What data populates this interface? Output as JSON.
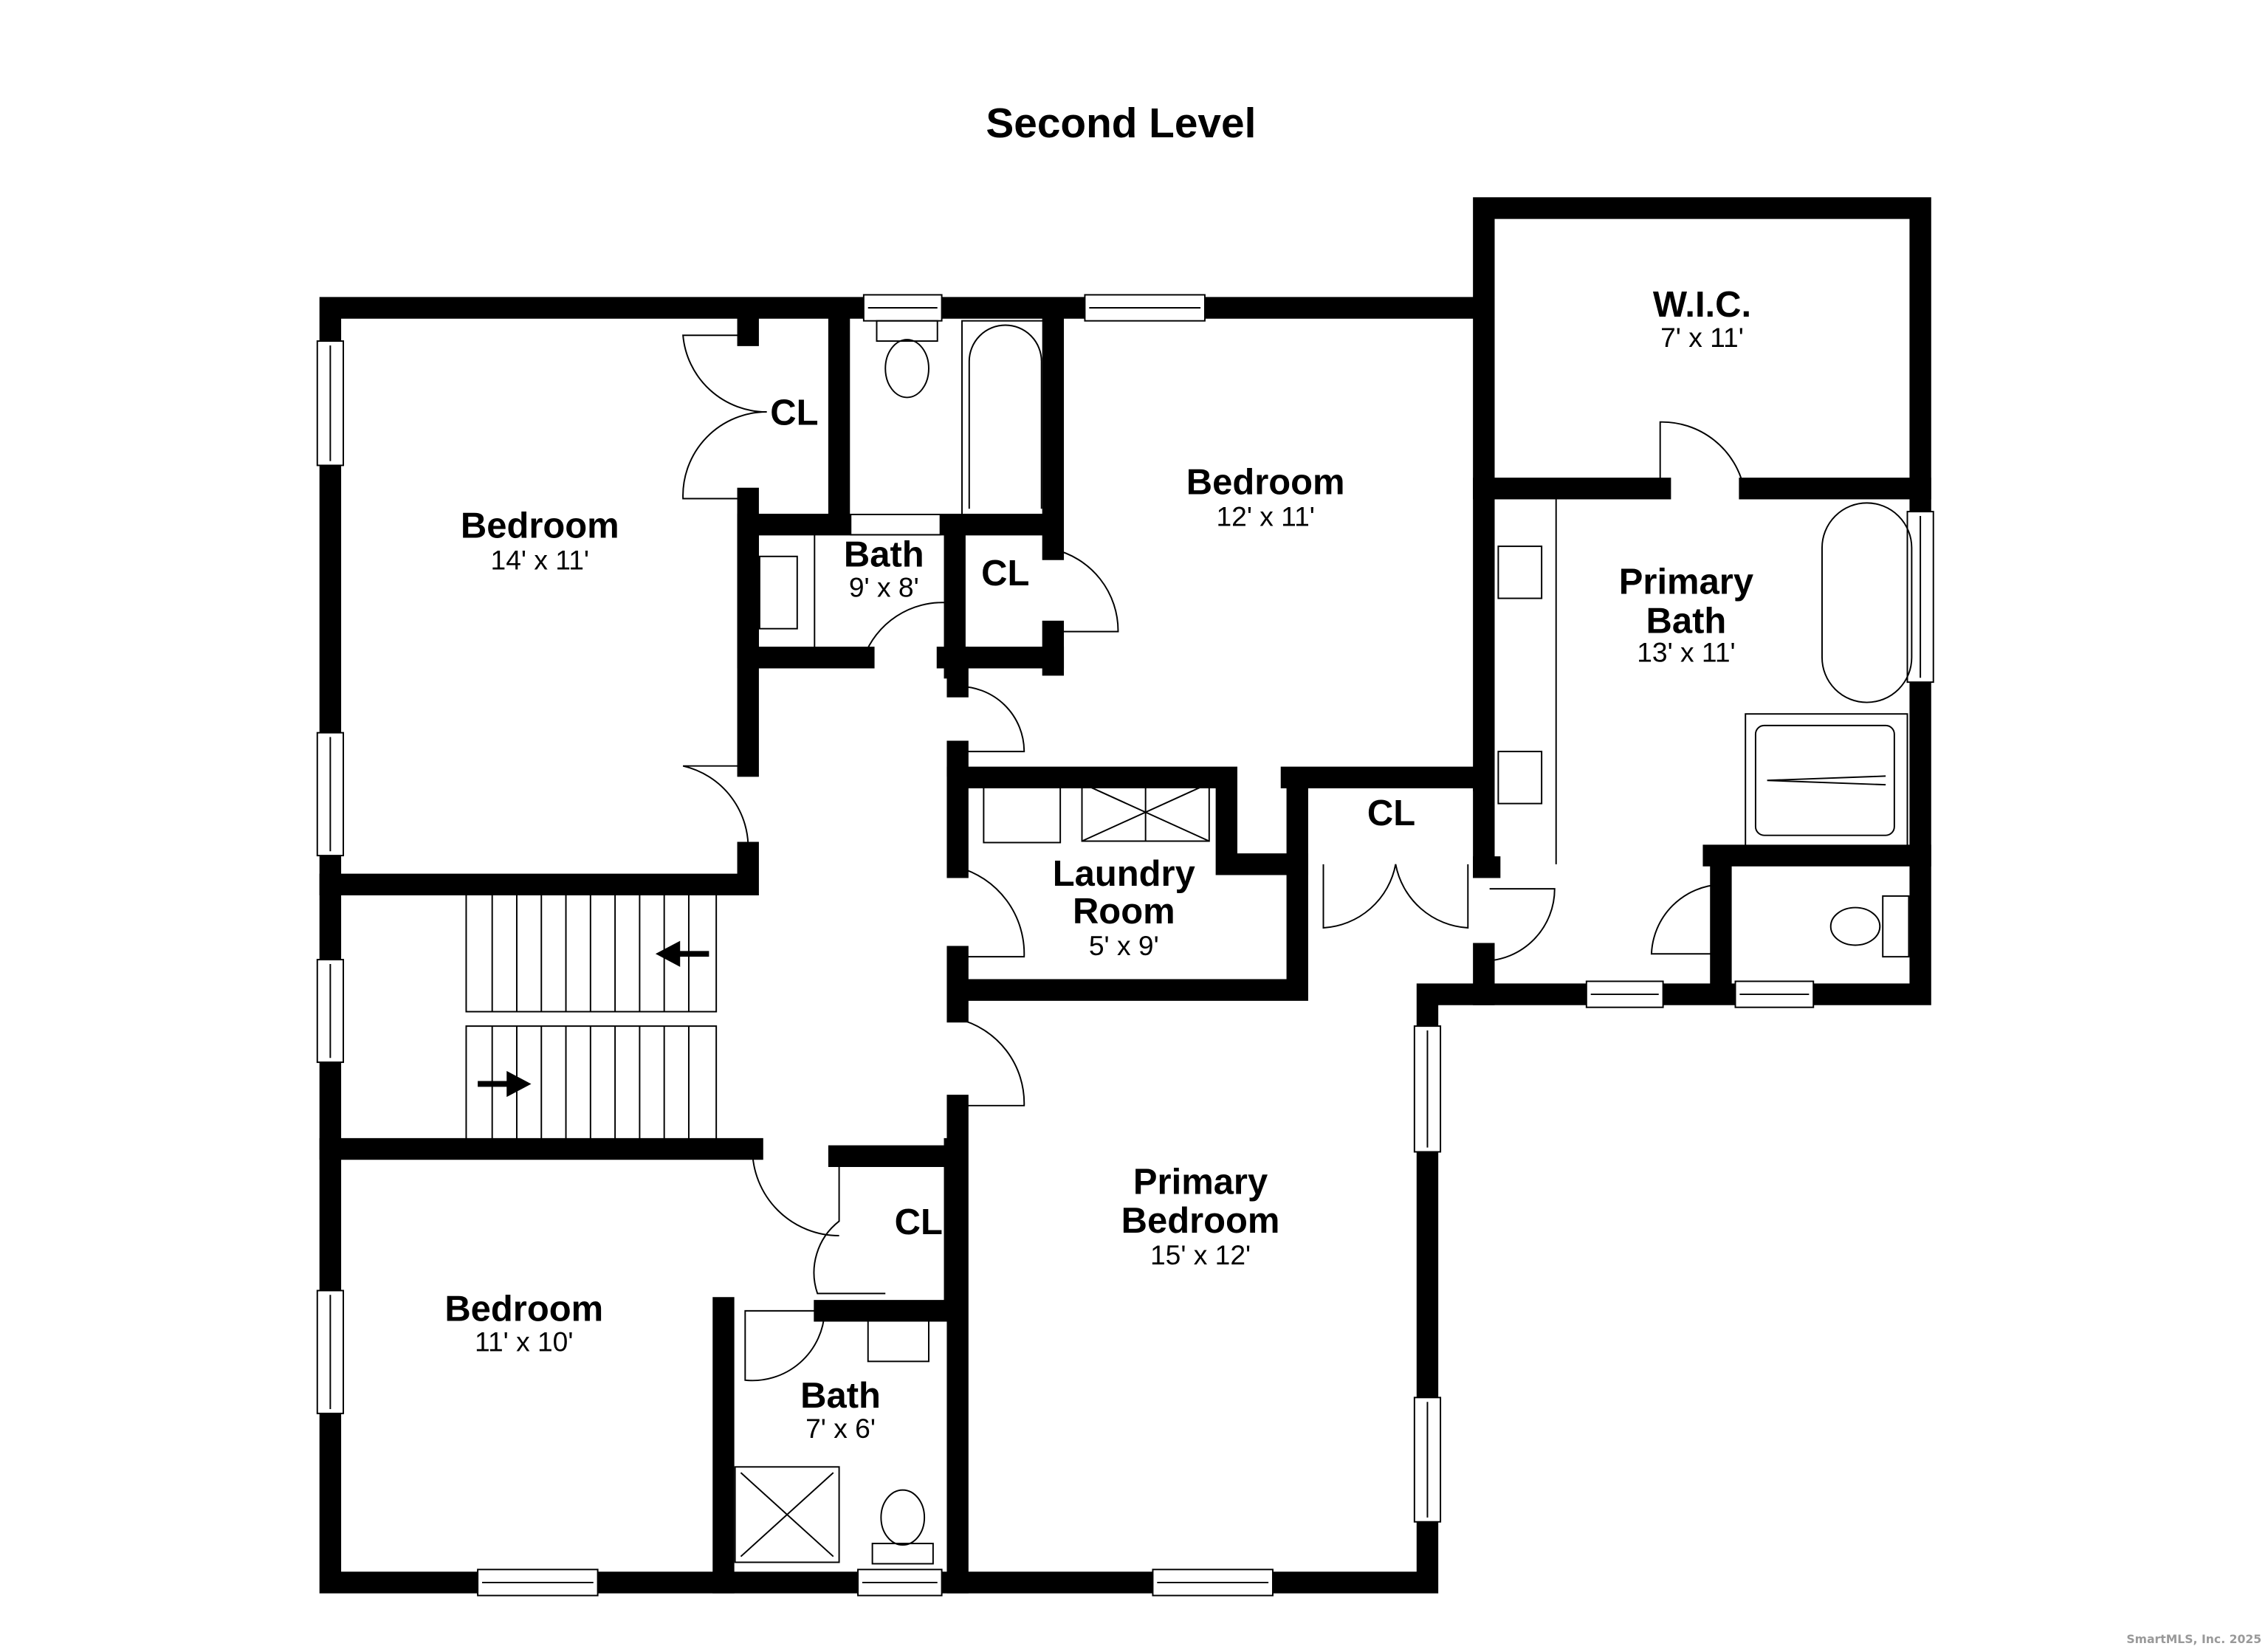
{
  "title": "Second Level",
  "rooms": {
    "bedroom_nw": {
      "name": "Bedroom",
      "dims": "14' x 11'"
    },
    "cl_nw": {
      "name": "CL"
    },
    "bath_n": {
      "name": "Bath",
      "dims": "9' x 8'"
    },
    "cl_n": {
      "name": "CL"
    },
    "bedroom_ne": {
      "name": "Bedroom",
      "dims": "12' x 11'"
    },
    "wic": {
      "name": "W.I.C.",
      "dims": "7' x 11'"
    },
    "primary_bath": {
      "name1": "Primary",
      "name2": "Bath",
      "dims": "13' x 11'"
    },
    "cl_primary": {
      "name": "CL"
    },
    "laundry": {
      "name1": "Laundry",
      "name2": "Room",
      "dims": "5' x 9'"
    },
    "primary_bedroom": {
      "name1": "Primary",
      "name2": "Bedroom",
      "dims": "15' x 12'"
    },
    "cl_hall": {
      "name": "CL"
    },
    "bedroom_sw": {
      "name": "Bedroom",
      "dims": "11' x 10'"
    },
    "bath_s": {
      "name": "Bath",
      "dims": "7' x 6'"
    }
  },
  "watermark": "SmartMLS, Inc. 2025"
}
